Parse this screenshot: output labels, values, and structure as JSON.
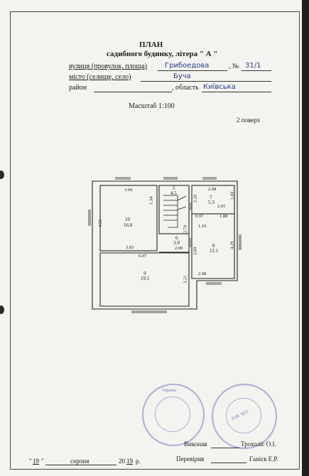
{
  "header": {
    "title": "ПЛАН",
    "subtitle": "садибного будинку, літера \" А \""
  },
  "address": {
    "street_label": "вулиця (провулок, площа)",
    "street_value": "Грибоедова",
    "number_label": ", №",
    "number_value": "31/1",
    "city_label": "місто (селище, село)",
    "city_value": "Буча",
    "district_label": "район",
    "region_label": ", область",
    "region_value": "Київська"
  },
  "scale": "Масштаб 1:100",
  "floor": "2 поверх",
  "rooms": [
    {
      "number": "10",
      "area": "16.0"
    },
    {
      "number": "5",
      "area": "4.5"
    },
    {
      "number": "7",
      "area": "5.3"
    },
    {
      "number": "6",
      "area": "3.9"
    },
    {
      "number": "8",
      "area": "12.1"
    },
    {
      "number": "9",
      "area": "19.5"
    }
  ],
  "dimensions": [
    "3.69",
    "1.34",
    "4.22",
    "3.83",
    "2.20",
    "2.98",
    "1.60",
    "2.01",
    "0.97",
    "1.88",
    "1.10",
    "2.79",
    "4.29",
    "3.69",
    "2.00",
    "6.07",
    "3.21",
    "2.98"
  ],
  "signatures": {
    "executed_label": "Виконав",
    "executed_name": "Трохоліс О.І.",
    "checked_label": "Перевірив",
    "checked_name": "Ганієв Е.Р."
  },
  "date": {
    "day": "19",
    "month": "серпня",
    "year_prefix": "20",
    "year_suffix": "19",
    "year_unit": "р."
  },
  "stamps": [
    {
      "text": "Україна"
    },
    {
      "text": "ТОВ \"БТІ\""
    }
  ],
  "colors": {
    "ink": "#1a1a1a",
    "handwriting": "#2b3a8a",
    "stamp": "#6e78be"
  }
}
